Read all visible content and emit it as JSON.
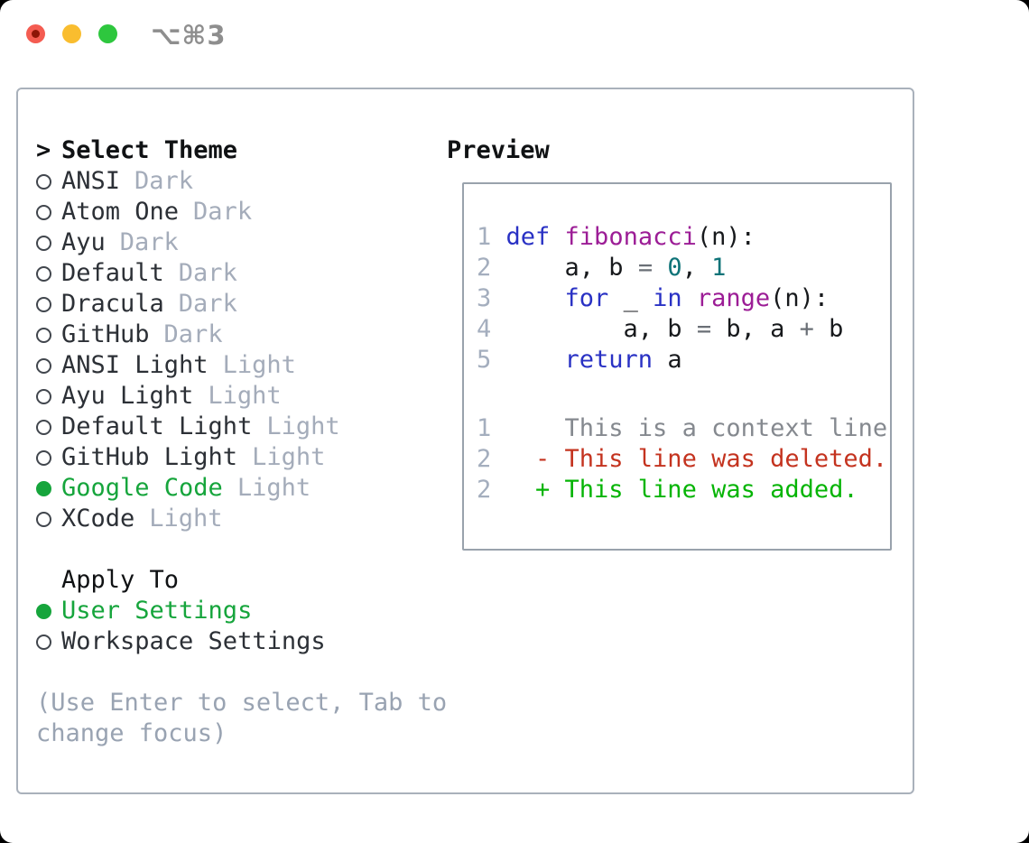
{
  "window": {
    "shortcut": "⌥⌘3"
  },
  "traffic_lights": [
    {
      "name": "close",
      "has_dot": true
    },
    {
      "name": "minimize",
      "has_dot": false
    },
    {
      "name": "zoom",
      "has_dot": false
    }
  ],
  "theme_panel": {
    "header": {
      "prompt": ">",
      "label": "Select Theme"
    },
    "themes": [
      {
        "name": "ANSI",
        "variant": "Dark",
        "selected": false
      },
      {
        "name": "Atom One",
        "variant": "Dark",
        "selected": false
      },
      {
        "name": "Ayu",
        "variant": "Dark",
        "selected": false
      },
      {
        "name": "Default",
        "variant": "Dark",
        "selected": false
      },
      {
        "name": "Dracula",
        "variant": "Dark",
        "selected": false
      },
      {
        "name": "GitHub",
        "variant": "Dark",
        "selected": false
      },
      {
        "name": "ANSI Light",
        "variant": "Light",
        "selected": false
      },
      {
        "name": "Ayu Light",
        "variant": "Light",
        "selected": false
      },
      {
        "name": "Default Light",
        "variant": "Light",
        "selected": false
      },
      {
        "name": "GitHub Light",
        "variant": "Light",
        "selected": false
      },
      {
        "name": "Google Code",
        "variant": "Light",
        "selected": true
      },
      {
        "name": "XCode",
        "variant": "Light",
        "selected": false
      }
    ],
    "apply_to": {
      "label": "Apply To",
      "options": [
        {
          "name": "User Settings",
          "selected": true
        },
        {
          "name": "Workspace Settings",
          "selected": false
        }
      ]
    },
    "hint": "(Use Enter to select, Tab to change focus)"
  },
  "preview": {
    "label": "Preview",
    "code_lines": [
      {
        "num": "1",
        "tokens": [
          {
            "t": "def",
            "c": "kw"
          },
          {
            "t": " ",
            "c": "pl"
          },
          {
            "t": "fibonacci",
            "c": "fn"
          },
          {
            "t": "(n):",
            "c": "pl"
          }
        ]
      },
      {
        "num": "2",
        "tokens": [
          {
            "t": "    a, b ",
            "c": "pl"
          },
          {
            "t": "=",
            "c": "op"
          },
          {
            "t": " ",
            "c": "pl"
          },
          {
            "t": "0",
            "c": "num"
          },
          {
            "t": ", ",
            "c": "pl"
          },
          {
            "t": "1",
            "c": "num"
          }
        ]
      },
      {
        "num": "3",
        "tokens": [
          {
            "t": "    ",
            "c": "pl"
          },
          {
            "t": "for",
            "c": "kw"
          },
          {
            "t": " _ ",
            "c": "pl"
          },
          {
            "t": "in",
            "c": "kw"
          },
          {
            "t": " ",
            "c": "pl"
          },
          {
            "t": "range",
            "c": "fn"
          },
          {
            "t": "(n):",
            "c": "pl"
          }
        ]
      },
      {
        "num": "4",
        "tokens": [
          {
            "t": "        a, b ",
            "c": "pl"
          },
          {
            "t": "=",
            "c": "op"
          },
          {
            "t": " b, a ",
            "c": "pl"
          },
          {
            "t": "+",
            "c": "op"
          },
          {
            "t": " b",
            "c": "pl"
          }
        ]
      },
      {
        "num": "5",
        "tokens": [
          {
            "t": "    ",
            "c": "pl"
          },
          {
            "t": "return",
            "c": "kw"
          },
          {
            "t": " a",
            "c": "pl"
          }
        ]
      }
    ],
    "diff_lines": [
      {
        "num": "1",
        "tokens": [
          {
            "t": "    This is a context line.",
            "c": "ctx"
          }
        ]
      },
      {
        "num": "2",
        "tokens": [
          {
            "t": "  - This line was deleted.",
            "c": "del"
          }
        ]
      },
      {
        "num": "2",
        "tokens": [
          {
            "t": "  + This line was added.",
            "c": "add"
          }
        ]
      }
    ]
  },
  "colors": {
    "plain": "#17191c",
    "kw": "#2931c4",
    "fn": "#9c1d96",
    "numtok": "#0e7378",
    "op": "#6a6f76",
    "lnum": "#a4aebe",
    "ctx": "#85898f",
    "del": "#c4331f",
    "add": "#05b405",
    "green": "#16a53c",
    "item": "#2c3036",
    "variant": "#a4acba",
    "hint": "#99a3b2",
    "marker": "#41464d",
    "panel-border": "#a9b1bb",
    "box-border": "#99a2ac",
    "shortcut": "#8e8e8e",
    "tl-red": "#f45c51",
    "tl-red-dot": "#8d1507",
    "tl-yellow": "#f9bd2f",
    "tl-green": "#2ec73e"
  }
}
